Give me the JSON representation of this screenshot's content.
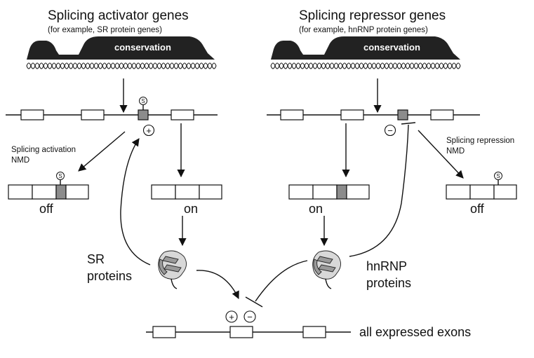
{
  "left_panel": {
    "title": "Splicing activator genes",
    "subtitle": "(for example, SR protein genes)",
    "conservation_label": "conservation",
    "side_label_line1": "Splicing activation",
    "side_label_line2": "NMD",
    "mrna_off_label": "off",
    "mrna_on_label": "on",
    "protein_line1": "SR",
    "protein_line2": "proteins",
    "sign": "+",
    "phospho_label": "S"
  },
  "right_panel": {
    "title": "Splicing repressor genes",
    "subtitle": "(for example, hnRNP protein genes)",
    "conservation_label": "conservation",
    "side_label_line1": "Splicing repression",
    "side_label_line2": "NMD",
    "mrna_on_label": "on",
    "mrna_off_label": "off",
    "protein_line1": "hnRNP",
    "protein_line2": "proteins",
    "sign": "−",
    "phospho_label": "S"
  },
  "bottom": {
    "plus_sign": "+",
    "minus_sign": "−",
    "exons_label": "all expressed exons"
  },
  "colors": {
    "alt_exon": "#8c8c8c",
    "ink": "#111111",
    "conservation_fill": "#222222"
  }
}
